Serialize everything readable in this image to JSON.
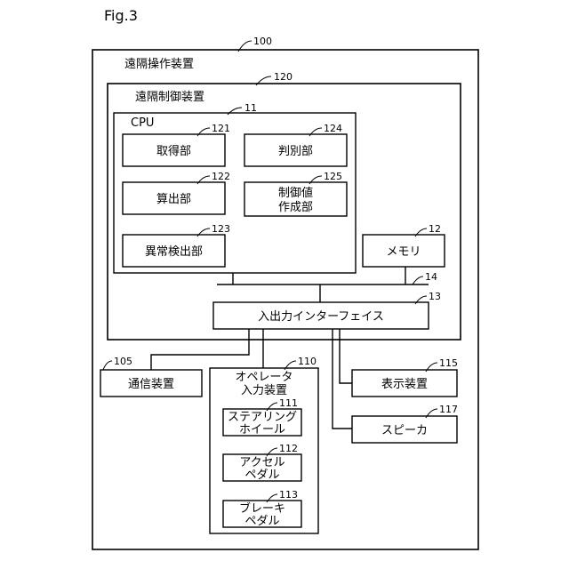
{
  "figure_label": "Fig.3",
  "device": {
    "ref": "100",
    "label": "遠隔操作装置"
  },
  "controller": {
    "ref": "120",
    "label": "遠隔制御装置"
  },
  "cpu": {
    "ref": "11",
    "label": "CPU"
  },
  "units": {
    "acquisition": {
      "ref": "121",
      "label": "取得部"
    },
    "calculation": {
      "ref": "122",
      "label": "算出部"
    },
    "anomaly": {
      "ref": "123",
      "label": "異常検出部"
    },
    "discrimination": {
      "ref": "124",
      "label": "判別部"
    },
    "control_value": {
      "ref": "125",
      "line1": "制御値",
      "line2": "作成部"
    }
  },
  "memory": {
    "ref": "12",
    "label": "メモリ"
  },
  "bus": {
    "ref": "14"
  },
  "io_interface": {
    "ref": "13",
    "label": "入出力インターフェイス"
  },
  "communication": {
    "ref": "105",
    "label": "通信装置"
  },
  "operator_input": {
    "ref": "110",
    "line1": "オペレータ",
    "line2": "入力装置"
  },
  "steering": {
    "ref": "111",
    "line1": "ステアリング",
    "line2": "ホイール"
  },
  "accelerator": {
    "ref": "112",
    "line1": "アクセル",
    "line2": "ペダル"
  },
  "brake": {
    "ref": "113",
    "line1": "ブレーキ",
    "line2": "ペダル"
  },
  "display": {
    "ref": "115",
    "label": "表示装置"
  },
  "speaker": {
    "ref": "117",
    "label": "スピーカ"
  }
}
